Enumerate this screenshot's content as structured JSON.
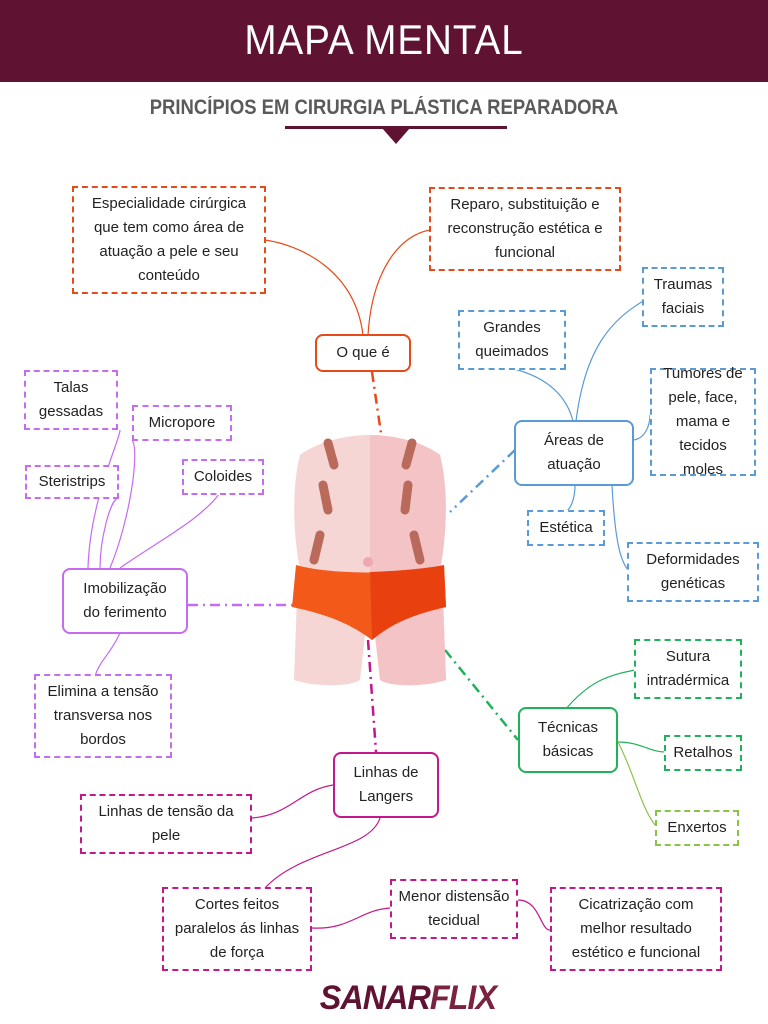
{
  "header": {
    "title": "MAPA MENTAL"
  },
  "subtitle": "PRINCÍPIOS EM CIRURGIA PLÁSTICA REPARADORA",
  "nodes": {
    "oque": "O que é",
    "oque_def": "Especialidade cirúrgica\nque tem como área de\natuação a pele e seu\nconteúdo",
    "oque_reparo": "Reparo, substituição e\nreconstrução estética e\nfuncional",
    "areas": "Áreas de\natuação",
    "traumas": "Traumas\nfaciais",
    "queimados": "Grandes\nqueimados",
    "tumores": "Tumores de\npele, face,\nmama e\ntecidos moles",
    "estetica": "Estética",
    "deformidades": "Deformidades\ngenéticas",
    "imobilizacao": "Imobilização\ndo ferimento",
    "talas": "Talas\ngessadas",
    "micropore": "Micropore",
    "steristrips": "Steristrips",
    "coloides": "Coloides",
    "elimina": "Elimina a tensão\ntransversa nos\nbordos",
    "tecnicas": "Técnicas\nbásicas",
    "sutura": "Sutura\nintradérmica",
    "retalhos": "Retalhos",
    "enxertos": "Enxertos",
    "linhas": "Linhas de\nLangers",
    "tensao": "Linhas de tensão da\npele",
    "cortes": "Cortes feitos\nparalelos ás linhas\nde força",
    "menor": "Menor distensão\ntecidual",
    "cicatrizacao": "Cicatrização com\nmelhor resultado\nestético e funcional"
  },
  "logo": {
    "part1": "SANAR",
    "part2": "FLIX"
  },
  "colors": {
    "header": "#5f1232",
    "red": "#e64a19",
    "blue": "#5b9bd5",
    "purple": "#c56cf0",
    "green": "#1fb25a",
    "magenta": "#c2188b"
  }
}
